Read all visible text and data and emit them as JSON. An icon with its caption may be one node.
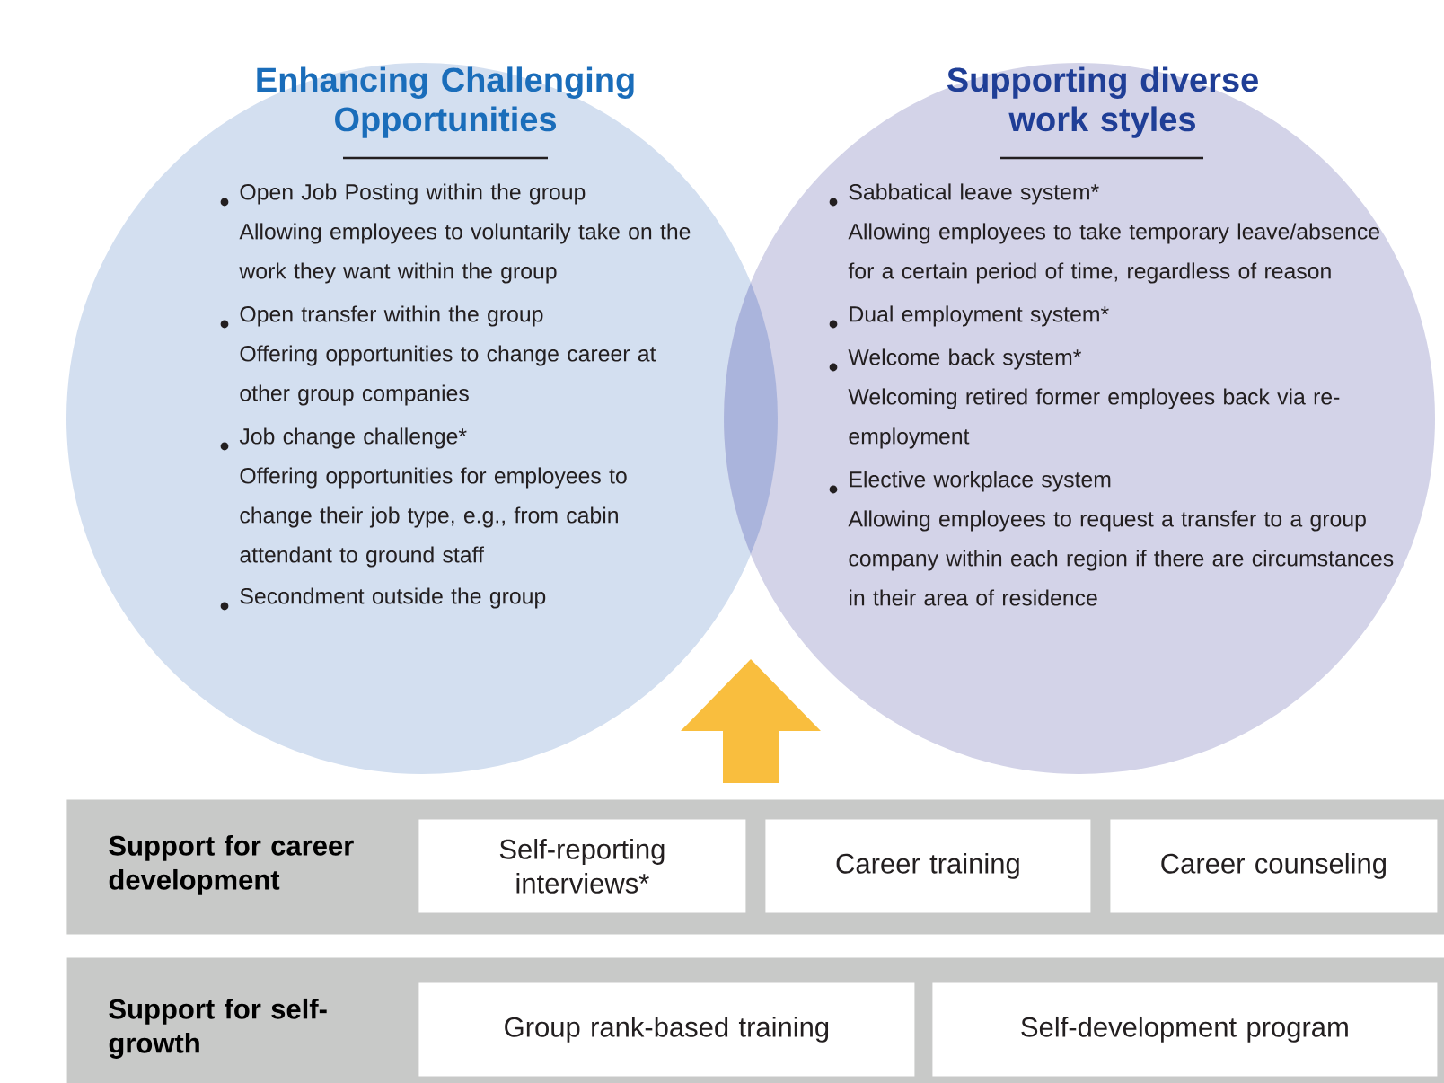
{
  "diagram": {
    "nodes": [
      {
        "text": [
          "Enhancing Challenging Opportunities",
          "Open Job Posting within the group",
          "Allowing employees to voluntarily take on the work they want within the group",
          "Open transfer within the group",
          "Offering opportunities to change career at other group companies",
          "Job change challenge*",
          "Offering opportunities for employees to change their job type, e.g., from cabin attendant to ground staff",
          "Secondment outside the group"
        ]
      },
      {
        "text": [
          "Supporting diverse work styles",
          "Sabbatical leave system*",
          "Allowing employees to take temporary leave/absence for a certain period of time, regardless of reason",
          "Dual employment system*",
          "Welcome back system*",
          "Welcoming retired former employees back via re-employment",
          "Elective workplace system",
          "Allowing employees to request a transfer to a group company within each region if there are circumstances in their area of residence"
        ]
      },
      {
        "text": [
          "Support for career development"
        ]
      },
      {
        "text": [
          "Self-reporting interviews*"
        ],
        "in": 2
      },
      {
        "text": [
          "Career training"
        ],
        "in": 2
      },
      {
        "text": [
          "Career counseling"
        ],
        "in": 2
      },
      {
        "text": [
          "Support for self-growth"
        ]
      },
      {
        "text": [
          "Group rank-based training"
        ],
        "in": 6
      },
      {
        "text": [
          "Self-development program"
        ],
        "in": 6
      },
      {
        "text": [],
        "shape": "lens"
      }
    ],
    "edges": [
      {
        "from": 2,
        "to": 9,
        "arrow": "to"
      }
    ]
  }
}
